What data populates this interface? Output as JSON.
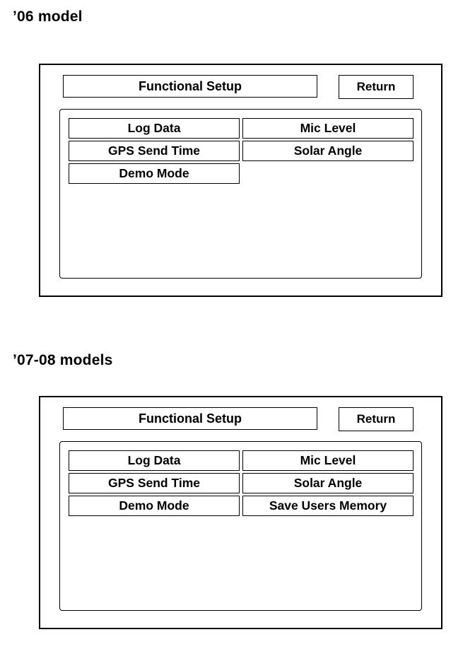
{
  "sections": [
    {
      "heading": "’06 model",
      "screen": {
        "title": "Functional Setup",
        "return_label": "Return",
        "buttons": [
          "Log Data",
          "Mic Level",
          "GPS Send Time",
          "Solar Angle",
          "Demo Mode"
        ]
      }
    },
    {
      "heading": "’07-08 models",
      "screen": {
        "title": "Functional Setup",
        "return_label": "Return",
        "buttons": [
          "Log Data",
          "Mic Level",
          "GPS Send Time",
          "Solar Angle",
          "Demo Mode",
          "Save Users Memory"
        ]
      }
    }
  ]
}
